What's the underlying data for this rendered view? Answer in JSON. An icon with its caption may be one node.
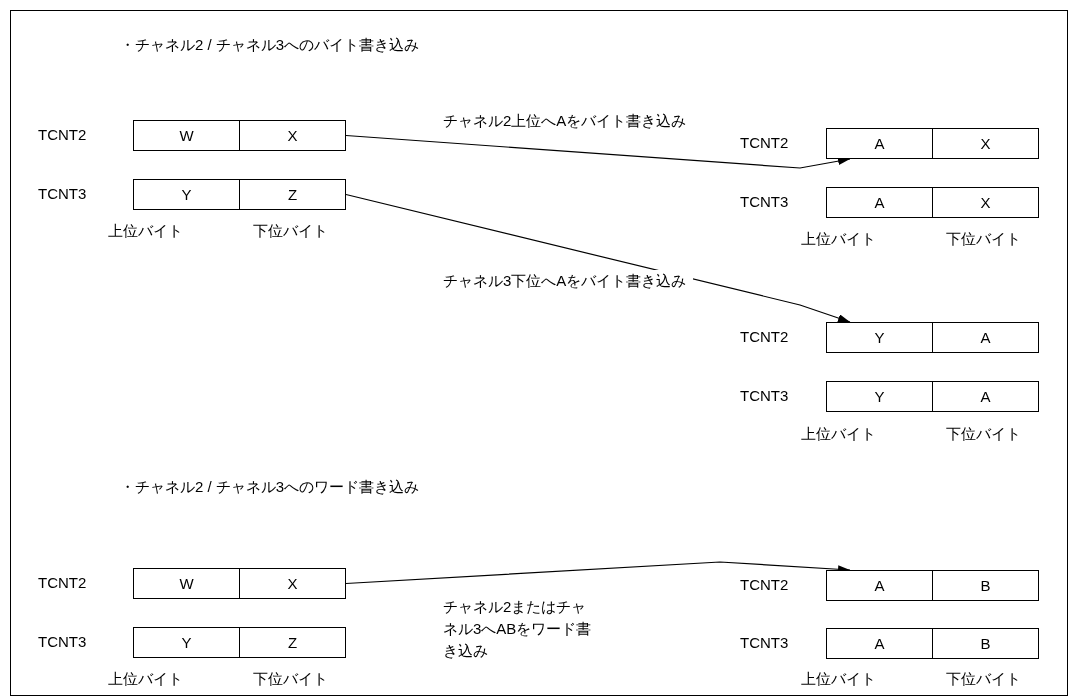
{
  "diagram": {
    "nodes": [
      {
        "text": [
          "W"
        ]
      },
      {
        "text": [
          "X"
        ]
      },
      {
        "text": [
          "Y"
        ]
      },
      {
        "text": [
          "Z"
        ]
      },
      {
        "text": [
          "A"
        ]
      },
      {
        "text": [
          "X"
        ]
      },
      {
        "text": [
          "A"
        ]
      },
      {
        "text": [
          "X"
        ]
      },
      {
        "text": [
          "Y"
        ]
      },
      {
        "text": [
          "A"
        ]
      },
      {
        "text": [
          "Y"
        ]
      },
      {
        "text": [
          "A"
        ]
      },
      {
        "text": [
          "W"
        ]
      },
      {
        "text": [
          "X"
        ]
      },
      {
        "text": [
          "Y"
        ]
      },
      {
        "text": [
          "Z"
        ]
      },
      {
        "text": [
          "A"
        ]
      },
      {
        "text": [
          "B"
        ]
      },
      {
        "text": [
          "A"
        ]
      },
      {
        "text": [
          "B"
        ]
      }
    ],
    "edges": [
      {
        "from": 1,
        "to": 4,
        "arrow": "to",
        "label": "チャネル2上位へAをバイト書き込み"
      },
      {
        "from": 3,
        "to": 8,
        "arrow": "to",
        "label": "チャネル3下位へAをバイト書き込み"
      },
      {
        "from": 13,
        "to": 16,
        "arrow": "to",
        "label": "チャネル2またはチャネル3へABをワード書き込み"
      }
    ],
    "labels": [
      "・チャネル2 / チャネル3へのバイト書き込み",
      "TCNT2",
      "TCNT3",
      "上位バイト",
      "下位バイト",
      "TCNT2",
      "TCNT3",
      "上位バイト",
      "下位バイト",
      "TCNT2",
      "TCNT3",
      "上位バイト",
      "下位バイト",
      "・チャネル2 / チャネル3へのワード書き込み",
      "TCNT2",
      "TCNT3",
      "上位バイト",
      "下位バイト",
      "TCNT2",
      "TCNT3",
      "上位バイト",
      "下位バイト"
    ]
  }
}
